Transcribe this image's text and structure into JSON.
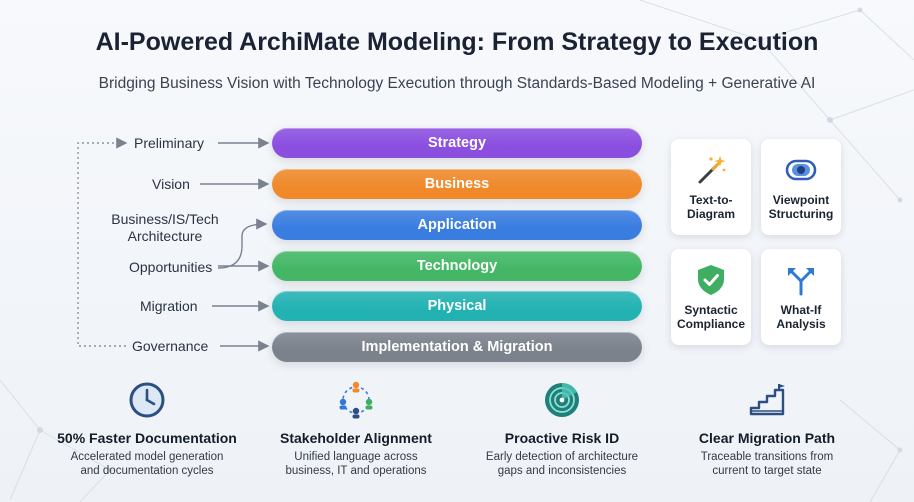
{
  "title": "AI-Powered ArchiMate Modeling: From Strategy to Execution",
  "subtitle": "Bridging Business Vision with Technology Execution through Standards-Based Modeling + Generative AI",
  "phases": {
    "preliminary": "Preliminary",
    "vision": "Vision",
    "architecture": "Business/IS/Tech Architecture",
    "opportunities": "Opportunities",
    "migration": "Migration",
    "governance": "Governance"
  },
  "layers": [
    {
      "label": "Strategy",
      "color": "#8b4fe0"
    },
    {
      "label": "Business",
      "color": "#f0892a"
    },
    {
      "label": "Application",
      "color": "#3a7de0"
    },
    {
      "label": "Technology",
      "color": "#43b765"
    },
    {
      "label": "Physical",
      "color": "#23b2b2"
    },
    {
      "label": "Implementation & Migration",
      "color": "#7c828c"
    }
  ],
  "capabilities": [
    {
      "label": "Text-to-Diagram",
      "icon": "magic-wand-icon"
    },
    {
      "label": "Viewpoint Structuring",
      "icon": "eye-icon"
    },
    {
      "label": "Syntactic Compliance",
      "icon": "shield-check-icon"
    },
    {
      "label": "What-If Analysis",
      "icon": "branch-arrows-icon"
    }
  ],
  "benefits": [
    {
      "title": "50% Faster Documentation",
      "desc": "Accelerated model generation and documentation cycles",
      "icon": "clock-icon"
    },
    {
      "title": "Stakeholder Alignment",
      "desc": "Unified language across business, IT and operations",
      "icon": "people-network-icon"
    },
    {
      "title": "Proactive Risk ID",
      "desc": "Early detection of architecture gaps and inconsistencies",
      "icon": "radar-icon"
    },
    {
      "title": "Clear Migration Path",
      "desc": "Traceable transitions from current to target state",
      "icon": "stairs-icon"
    }
  ]
}
